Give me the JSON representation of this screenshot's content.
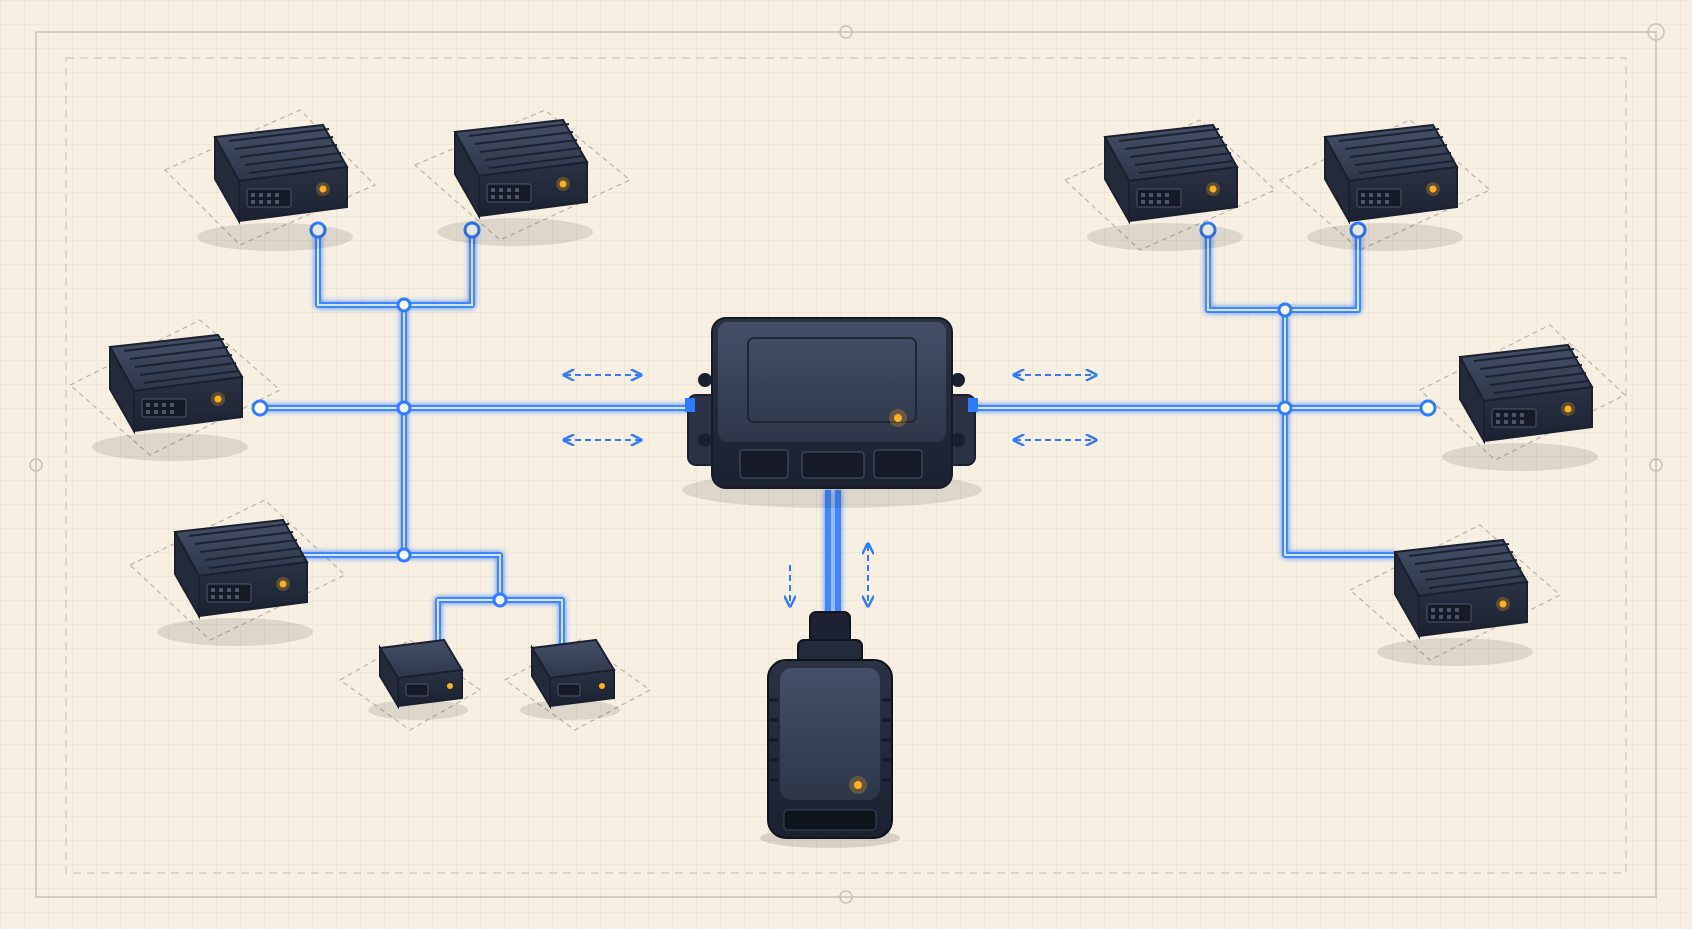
{
  "colors": {
    "background": "#f6efe2",
    "grid": "#e8dfcc",
    "frame": "#c9c1b2",
    "bus": "#2f7bff",
    "bus_glow": "#8fb8ff",
    "module_body": "#2b3447",
    "module_top": "#3a4459",
    "led": "#ffb020"
  },
  "nodes": {
    "gateway": {
      "label": "",
      "icon": "central-gateway-hub"
    },
    "obd_connector": {
      "label": "",
      "icon": "obd-diagnostic-connector"
    },
    "left_ecus": {
      "count": 6,
      "icon": "ecu-module"
    },
    "right_ecus": {
      "count": 4,
      "icon": "ecu-module"
    }
  },
  "arrows": {
    "horizontal": "bidirectional",
    "vertical_down": "down",
    "vertical_up_down": "bidirectional"
  }
}
